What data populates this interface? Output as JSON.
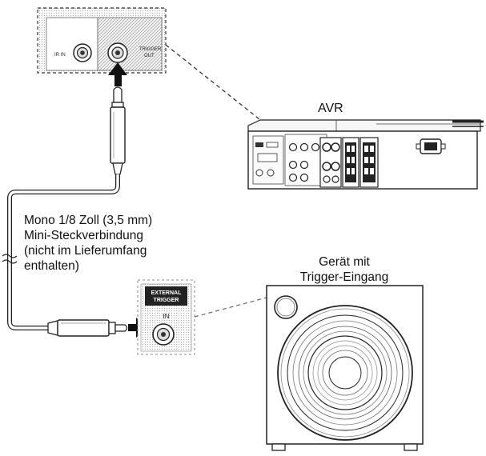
{
  "labels": {
    "avr": "AVR",
    "cable_line1": "Mono 1/8 Zoll (3,5 mm)",
    "cable_line2": "Mini-Steckverbindung",
    "cable_line3": "(nicht im Lieferumfang",
    "cable_line4": "enthalten)",
    "device_line1": "Gerät mit",
    "device_line2": "Trigger-Eingang"
  },
  "panel_labels": {
    "ir_in": "IR IN",
    "trigger_out_1": "TRIGGER",
    "trigger_out_2": "OUT",
    "external_1": "EXTERNAL",
    "external_2": "TRIGGER",
    "ext_in": "IN"
  }
}
